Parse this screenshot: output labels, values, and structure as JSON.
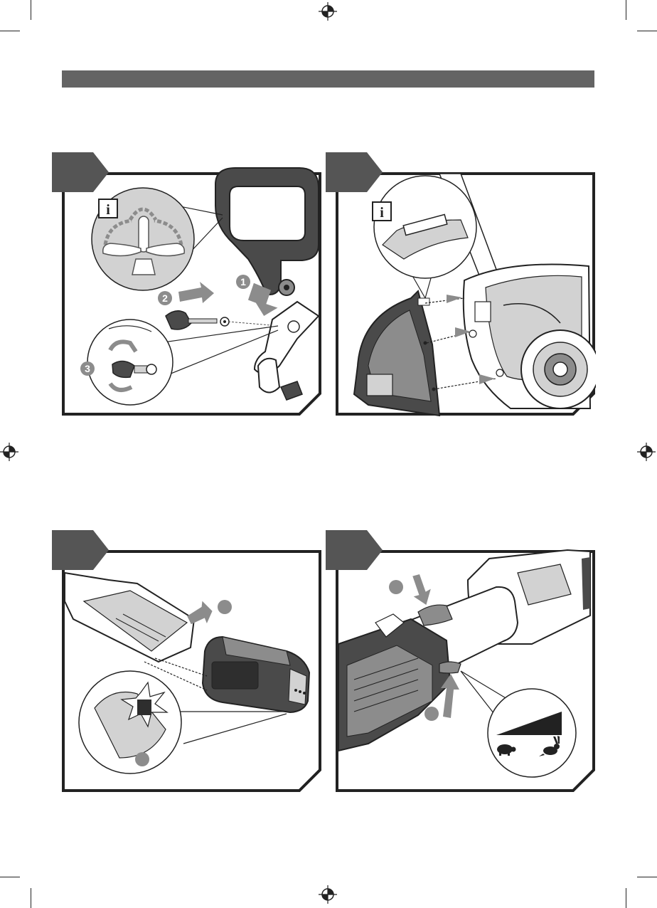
{
  "colors": {
    "header_bar": "#646464",
    "frame": "#222222",
    "tab": "#555555",
    "part_dark": "#4a4a4a",
    "part_mid": "#8c8c8c",
    "part_light": "#d2d2d2"
  },
  "icons": {
    "info": "information-i-icon",
    "slow": "turtle-icon",
    "fast": "rabbit-icon",
    "registration": "registration-crosshair-icon"
  },
  "panel1": {
    "info_glyph": "i",
    "steps": [
      "1",
      "2",
      "3"
    ]
  },
  "panel2": {
    "info_glyph": "i"
  },
  "panel3": {
    "steps": [
      "",
      ""
    ]
  },
  "panel4": {
    "steps": [
      "",
      ""
    ]
  }
}
